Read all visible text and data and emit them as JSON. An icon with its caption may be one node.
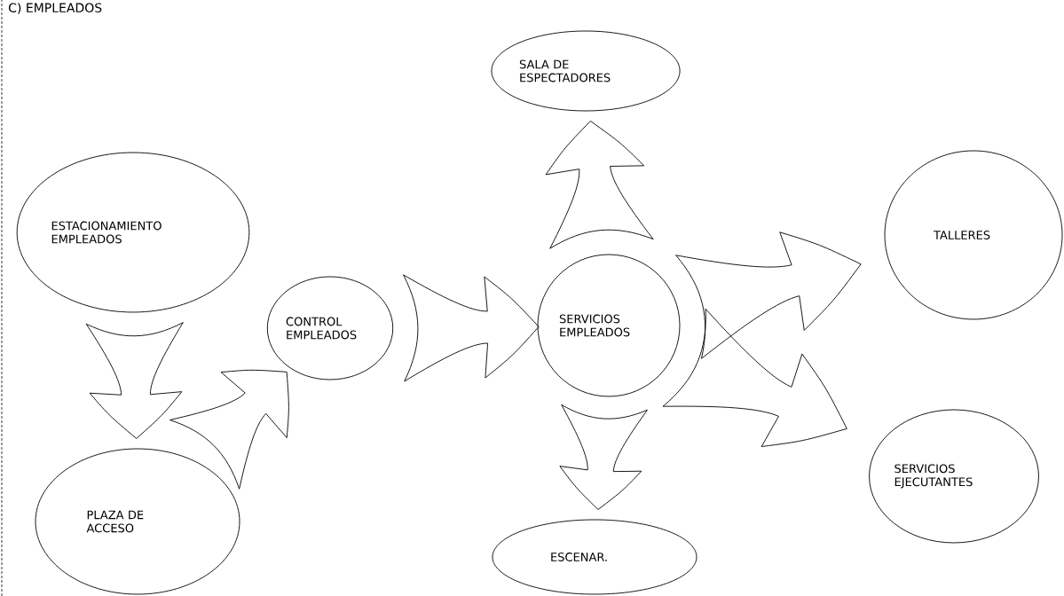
{
  "diagram": {
    "title": "C) EMPLEADOS",
    "nodes": [
      {
        "text": [
          "ESTACIONAMIENTO EMPLEADOS"
        ]
      },
      {
        "text": [
          "CONTROL EMPLEADOS"
        ]
      },
      {
        "text": [
          "PLAZA DE ACCESO"
        ]
      },
      {
        "text": [
          "SERVICIOS EMPLEADOS"
        ]
      },
      {
        "text": [
          "SALA DE ESPECTADORES"
        ]
      },
      {
        "text": [
          "TALLERES"
        ]
      },
      {
        "text": [
          "SERVICIOS EJECUTANTES"
        ]
      },
      {
        "text": [
          "ESCENAR."
        ]
      }
    ],
    "edges": [
      {
        "from": 0,
        "to": 2,
        "arrow": "to"
      },
      {
        "from": 2,
        "to": 1,
        "arrow": "to"
      },
      {
        "from": 1,
        "to": 3,
        "arrow": "to"
      },
      {
        "from": 3,
        "to": 4,
        "arrow": "to"
      },
      {
        "from": 3,
        "to": 5,
        "arrow": "to"
      },
      {
        "from": 3,
        "to": 6,
        "arrow": "to"
      },
      {
        "from": 3,
        "to": 7,
        "arrow": "to"
      }
    ]
  }
}
